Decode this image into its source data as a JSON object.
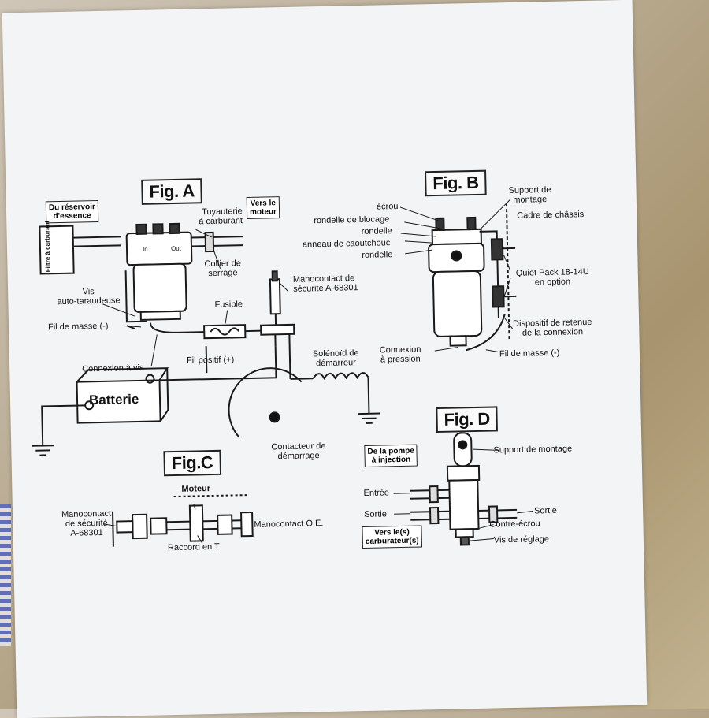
{
  "figures": {
    "a": "Fig. A",
    "b": "Fig. B",
    "c": "Fig.C",
    "d": "Fig. D"
  },
  "fig_a": {
    "from_tank": "Du réservoir\nd'essence",
    "to_engine": "Vers le\nmoteur",
    "fuel_filter": "Filtre à carburant",
    "fuel_line": "Tuyauterie\nà carburant",
    "clamp": "Collier de\nserrage",
    "in": "In",
    "out": "Out",
    "screw": "Vis\nauto-taraudeuse",
    "ground_wire": "Fil de masse (-)",
    "screw_connection": "Connexion à vis",
    "fuse": "Fusible",
    "positive_wire": "Fil positif (+)",
    "safety_switch": "Manocontact de\nsécurité A-68301",
    "battery": "Batterie",
    "starter_solenoid": "Solénoïd de\ndémarreur",
    "starter_contactor": "Contacteur de\ndémarrage"
  },
  "fig_b": {
    "nut": "écrou",
    "lock_washer": "rondelle de blocage",
    "washer1": "rondelle",
    "rubber_ring": "anneau de caoutchouc",
    "washer2": "rondelle",
    "mount": "Support de\nmontage",
    "frame": "Cadre de châssis",
    "quiet_pack": "Quiet Pack 18-14U\nen option",
    "retainer": "Dispositif de retenue\nde la connexion",
    "press_connection": "Connexion\nà pression",
    "ground_wire": "Fil de masse (-)"
  },
  "fig_c": {
    "engine": "Moteur",
    "safety_switch": "Manocontact\nde sécurité\nA-68301",
    "oe_switch": "Manocontact O.E.",
    "tee": "Raccord en T"
  },
  "fig_d": {
    "from_pump": "De la pompe\nà injection",
    "mount": "Support de montage",
    "inlet": "Entrée",
    "outlet_left": "Sortie",
    "outlet_right": "Sortie",
    "to_carb": "Vers le(s)\ncarburateur(s)",
    "lock_nut": "Contre-écrou",
    "adjust_screw": "Vis de réglage"
  }
}
